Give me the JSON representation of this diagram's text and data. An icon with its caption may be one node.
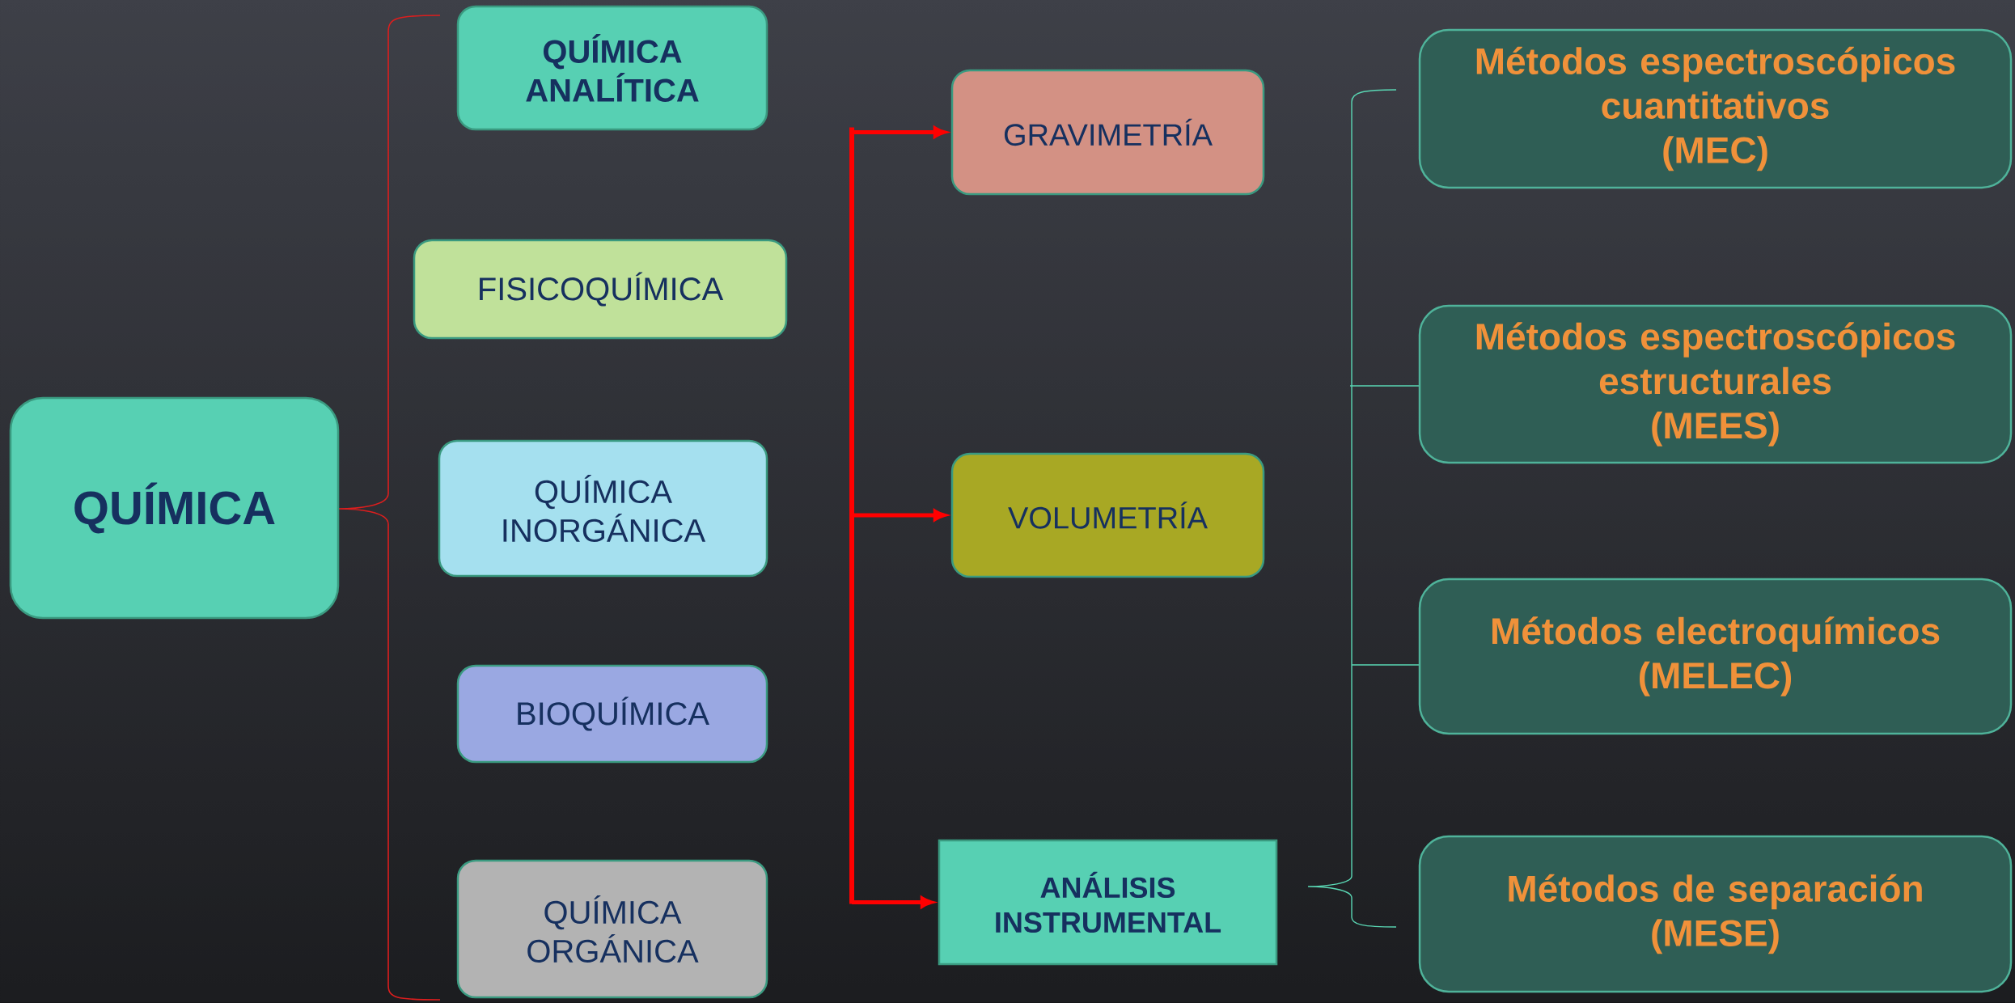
{
  "diagram": {
    "nodes": [
      {
        "text": [
          "QUÍMICA"
        ]
      },
      {
        "text": [
          "QUÍMICA ANALÍTICA"
        ]
      },
      {
        "text": [
          "FISICOQUÍMICA"
        ]
      },
      {
        "text": [
          "QUÍMICA INORGÁNICA"
        ]
      },
      {
        "text": [
          "BIOQUÍMICA"
        ]
      },
      {
        "text": [
          "QUÍMICA ORGÁNICA"
        ]
      },
      {
        "text": [
          "GRAVIMETRÍA"
        ]
      },
      {
        "text": [
          "VOLUMETRÍA"
        ]
      },
      {
        "text": [
          "ANÁLISIS INSTRUMENTAL"
        ]
      },
      {
        "text": [
          "Métodos espectroscópicos cuantitativos",
          "(MEC)"
        ]
      },
      {
        "text": [
          "Métodos espectroscópicos estructurales",
          "(MEES)"
        ]
      },
      {
        "text": [
          "Métodos electroquímicos",
          "(MELEC)"
        ]
      },
      {
        "text": [
          "Métodos de separación",
          "(MESE)"
        ]
      }
    ],
    "edges": [
      {
        "from": null,
        "to": 6,
        "arrow": "to"
      },
      {
        "from": null,
        "to": 7,
        "arrow": "to"
      },
      {
        "from": null,
        "to": 8,
        "arrow": "to"
      }
    ]
  }
}
